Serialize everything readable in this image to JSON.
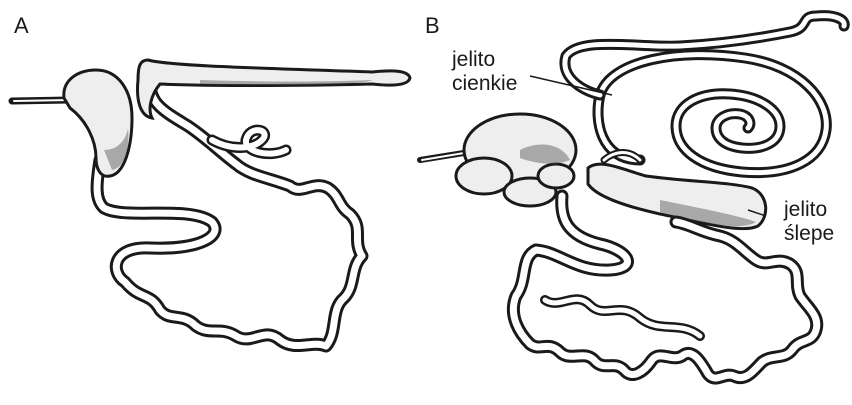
{
  "panels": [
    {
      "letter": "A"
    },
    {
      "letter": "B"
    }
  ],
  "labels": {
    "small_intestine": [
      "jelito",
      "cienkie"
    ],
    "caecum": [
      "jelito",
      "ślepe"
    ]
  }
}
